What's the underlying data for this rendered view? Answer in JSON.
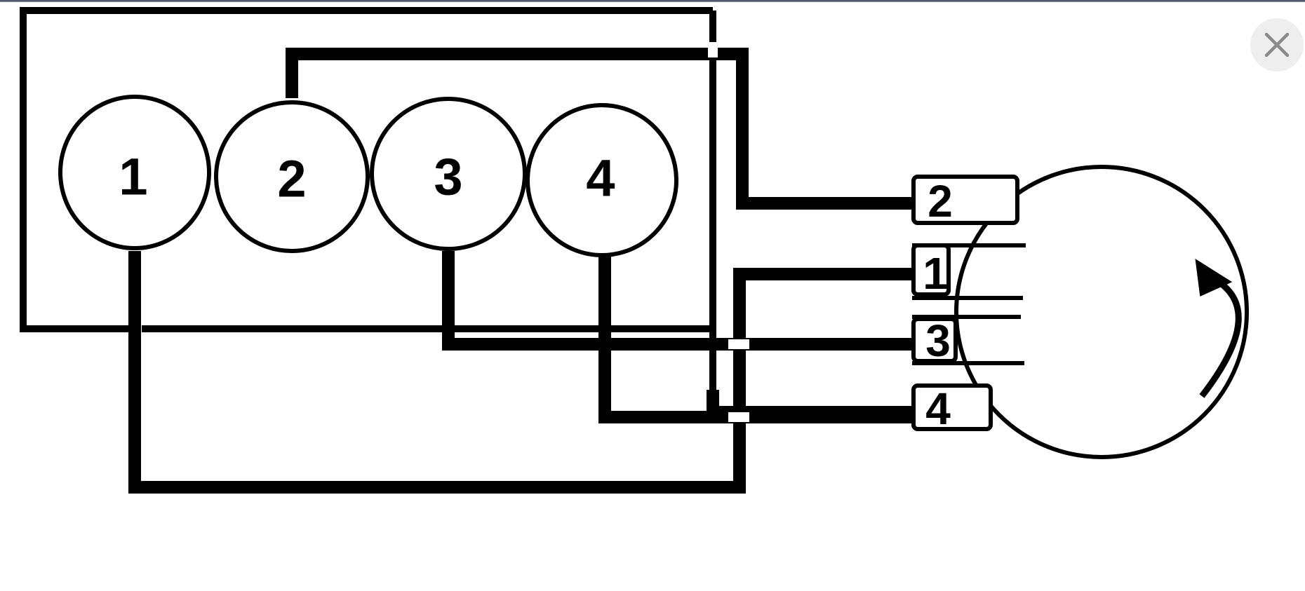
{
  "viewer": {
    "close_icon": "close-icon"
  },
  "diagram": {
    "cylinders": [
      {
        "id": "cylinder-1",
        "label": "1"
      },
      {
        "id": "cylinder-2",
        "label": "2"
      },
      {
        "id": "cylinder-3",
        "label": "3"
      },
      {
        "id": "cylinder-4",
        "label": "4"
      }
    ],
    "distributor_terminals": [
      {
        "id": "terminal-2",
        "label": "2"
      },
      {
        "id": "terminal-1",
        "label": "1"
      },
      {
        "id": "terminal-3",
        "label": "3"
      },
      {
        "id": "terminal-4",
        "label": "4"
      }
    ],
    "rotation_icon": "counterclockwise-arrow-icon"
  }
}
